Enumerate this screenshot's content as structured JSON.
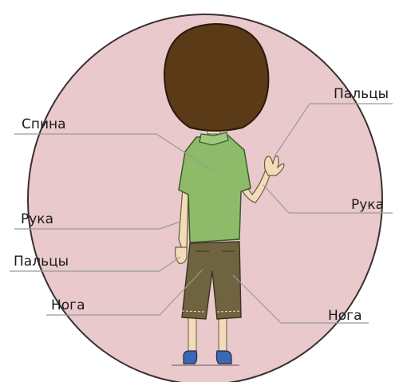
{
  "labels": {
    "back": "Спина",
    "fingers_right": "Пальцы",
    "arm_left": "Рука",
    "arm_right": "Рука",
    "fingers_left": "Пальцы",
    "leg_left": "Нога",
    "leg_right": "Нога"
  },
  "colors": {
    "oval_fill": "#e9c9cc",
    "oval_stroke": "#3a3030",
    "hair": "#5b3a17",
    "shirt": "#8dbb6a",
    "shorts": "#6f6340",
    "skin": "#f3dcb8",
    "shoes": "#3b68b6",
    "leader_line": "#9a9a9a"
  }
}
